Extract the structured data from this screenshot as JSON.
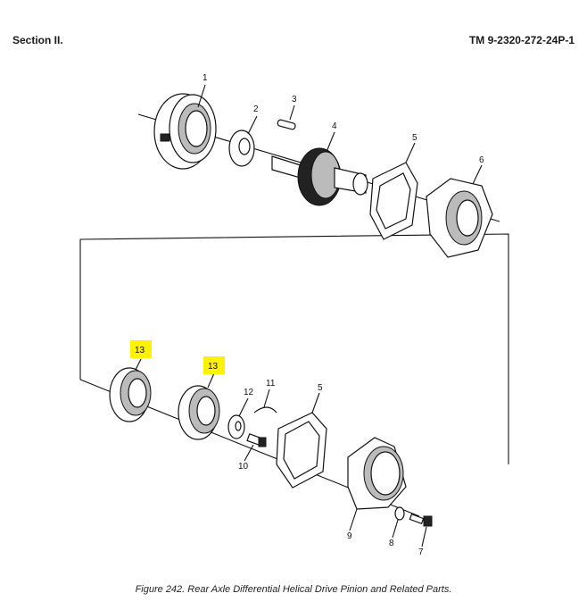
{
  "header": {
    "section": "Section II.",
    "manual": "TM 9-2320-272-24P-1"
  },
  "caption": "Figure 242.  Rear Axle Differential Helical Drive Pinion and Related Parts.",
  "callouts": [
    {
      "id": "c1",
      "text": "1",
      "highlight": false
    },
    {
      "id": "c2",
      "text": "2",
      "highlight": false
    },
    {
      "id": "c3",
      "text": "3",
      "highlight": false
    },
    {
      "id": "c4",
      "text": "4",
      "highlight": false
    },
    {
      "id": "c5a",
      "text": "5",
      "highlight": false
    },
    {
      "id": "c6",
      "text": "6",
      "highlight": false
    },
    {
      "id": "c13a",
      "text": "13",
      "highlight": true
    },
    {
      "id": "c13b",
      "text": "13",
      "highlight": true
    },
    {
      "id": "c12",
      "text": "12",
      "highlight": false
    },
    {
      "id": "c11",
      "text": "11",
      "highlight": false
    },
    {
      "id": "c5b",
      "text": "5",
      "highlight": false
    },
    {
      "id": "c10",
      "text": "10",
      "highlight": false
    },
    {
      "id": "c9",
      "text": "9",
      "highlight": false
    },
    {
      "id": "c8",
      "text": "8",
      "highlight": false
    },
    {
      "id": "c7",
      "text": "7",
      "highlight": false
    }
  ],
  "colors": {
    "highlight": "#fff200",
    "ink": "#111111"
  }
}
